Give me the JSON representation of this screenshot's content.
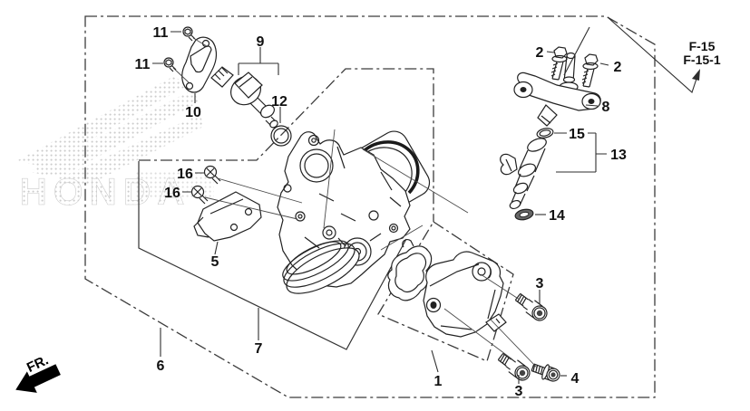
{
  "diagram": {
    "watermark": "HONDA",
    "front_indicator": "FR.",
    "page_refs": {
      "ref1": "F-15",
      "ref2": "F-15-1"
    },
    "callouts": {
      "c1": {
        "label": "1"
      },
      "c2a": {
        "label": "2"
      },
      "c2b": {
        "label": "2"
      },
      "c3a": {
        "label": "3"
      },
      "c3b": {
        "label": "3"
      },
      "c4": {
        "label": "4"
      },
      "c5": {
        "label": "5"
      },
      "c6": {
        "label": "6"
      },
      "c7": {
        "label": "7"
      },
      "c8": {
        "label": "8"
      },
      "c9": {
        "label": "9"
      },
      "c10": {
        "label": "10"
      },
      "c11a": {
        "label": "11"
      },
      "c11b": {
        "label": "11"
      },
      "c12": {
        "label": "12"
      },
      "c13": {
        "label": "13"
      },
      "c14": {
        "label": "14"
      },
      "c15": {
        "label": "15"
      },
      "c16a": {
        "label": "16"
      },
      "c16b": {
        "label": "16"
      }
    },
    "colors": {
      "line": "#222222",
      "watermark": "#c7c7c7",
      "background": "#ffffff"
    }
  }
}
